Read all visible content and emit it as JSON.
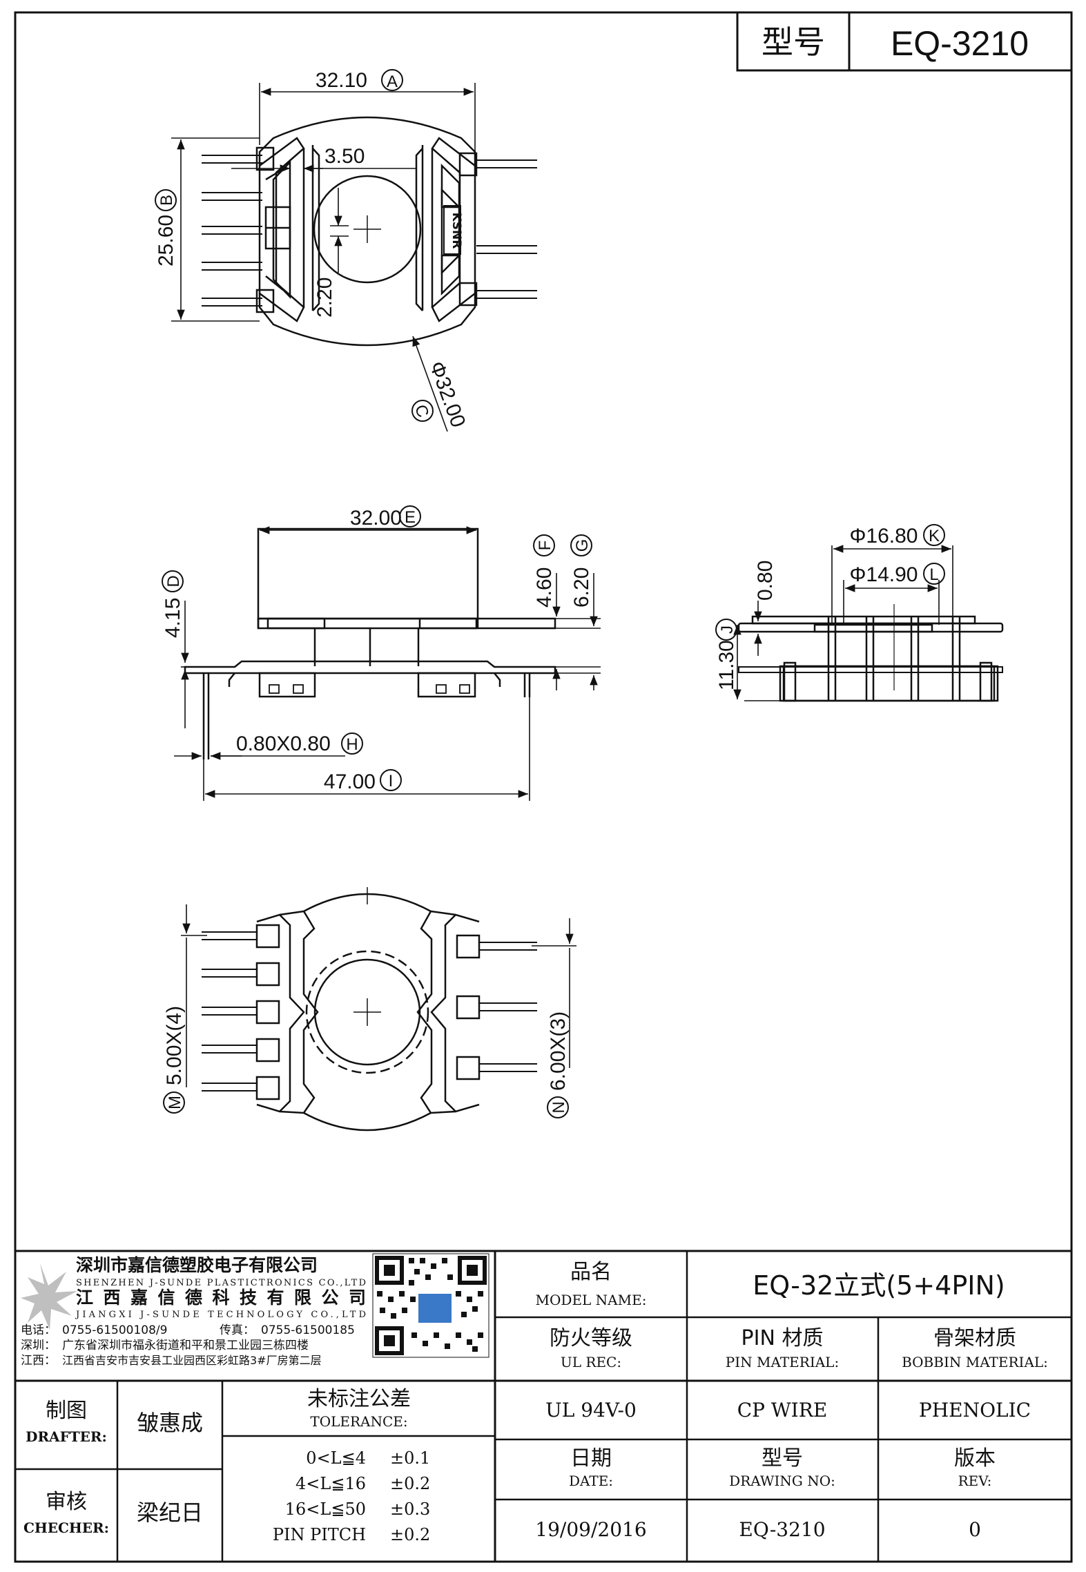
{
  "title_block_top": {
    "model_label": "型号",
    "model_value": "EQ-3210"
  },
  "dimensions": {
    "a": "32.10",
    "b": "25.60",
    "c": "Φ32.00",
    "d": "3.50",
    "e": "2.20",
    "f": "32.00",
    "g": "4.60",
    "h": "6.20",
    "i": "4.15",
    "j": "0.80X0.80",
    "k": "47.00",
    "l": "Φ16.80",
    "m": "Φ14.90",
    "n": "0.80",
    "o": "11.30",
    "p": "5.00X(4)",
    "q": "6.00X(3)"
  },
  "callouts": [
    "A",
    "B",
    "C",
    "E",
    "F",
    "G",
    "D",
    "H",
    "I",
    "K",
    "L",
    "J",
    "M",
    "N"
  ],
  "part_mark": "KSNR",
  "company": {
    "name_cn_1": "深圳市嘉信德塑胶电子有限公司",
    "name_en_1": "SHENZHEN J-SUNDE PLASTICTRONICS CO.,LTD",
    "name_cn_2": "江西嘉信德科技有限公司",
    "name_en_2": "JIANGXI J-SUNDE TECHNOLOGY CO.,LTD",
    "phone_label": "电话：",
    "phone": "0755-61500108/9",
    "fax_label": "传真：",
    "fax": "0755-61500185",
    "addr_sz_label": "深圳：",
    "addr_sz": "广东省深圳市福永街道和平和景工业园三栋四楼",
    "addr_jx_label": "江西：",
    "addr_jx": "江西省吉安市吉安县工业园西区彩虹路3#厂房第二层"
  },
  "title_block": {
    "model_name_cn": "品名",
    "model_name_en": "MODEL NAME:",
    "model_name_value": "EQ-32立式(5+4PIN)",
    "ul_cn": "防火等级",
    "ul_en": "UL REC:",
    "ul_value": "UL 94V-0",
    "pin_cn": "PIN 材质",
    "pin_en": "PIN MATERIAL:",
    "pin_value": "CP WIRE",
    "bobbin_cn": "骨架材质",
    "bobbin_en": "BOBBIN MATERIAL:",
    "bobbin_value": "PHENOLIC",
    "drafter_cn": "制图",
    "drafter_en": "DRAFTER:",
    "drafter_value": "皱惠成",
    "checker_cn": "审核",
    "checker_en": "CHECHER:",
    "checker_value": "梁纪日",
    "tolerance_cn": "未标注公差",
    "tolerance_en": "TOLERANCE:",
    "tolerances": [
      {
        "range": "0<L≦4",
        "value": "±0.1"
      },
      {
        "range": "4<L≦16",
        "value": "±0.2"
      },
      {
        "range": "16<L≦50",
        "value": "±0.3"
      },
      {
        "range": "PIN PITCH",
        "value": "±0.2"
      }
    ],
    "date_cn": "日期",
    "date_en": "DATE:",
    "date_value": "19/09/2016",
    "drawing_cn": "型号",
    "drawing_en": "DRAWING NO:",
    "drawing_value": "EQ-3210",
    "rev_cn": "版本",
    "rev_en": "REV:",
    "rev_value": "0"
  }
}
